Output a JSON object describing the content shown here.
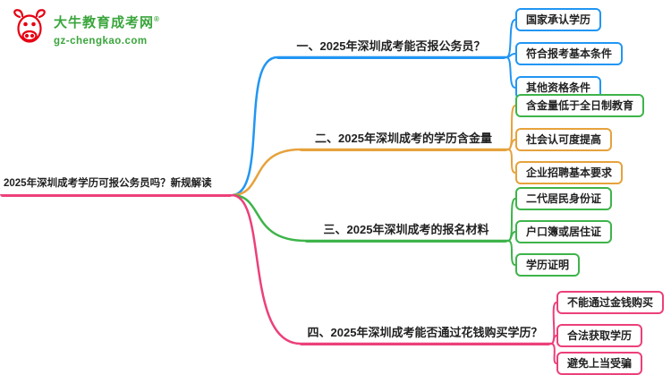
{
  "logo": {
    "name": "大牛教育成考网",
    "reg": "®",
    "domain": "gz-chengkao.com",
    "brand_green": "#3aa53c",
    "brand_red": "#e60012"
  },
  "root": {
    "label": "2025年深圳成考学历可报公务员吗？新规解读",
    "color": "#ec407a"
  },
  "branches": [
    {
      "label": "一、2025年深圳成考能否报公务员？",
      "color": "#2196f3",
      "children": [
        {
          "label": "国家承认学历",
          "color": "#2196f3"
        },
        {
          "label": "符合报考基本条件",
          "color": "#2196f3"
        },
        {
          "label": "其他资格条件",
          "color": "#2196f3"
        }
      ]
    },
    {
      "label": "二、2025年深圳成考的学历含金量",
      "color": "#e6a23c",
      "children": [
        {
          "label": "含金量低于全日制教育",
          "color": "#3eb44a"
        },
        {
          "label": "社会认可度提高",
          "color": "#e6a23c"
        },
        {
          "label": "企业招聘基本要求",
          "color": "#e6a23c"
        }
      ]
    },
    {
      "label": "三、2025年深圳成考的报名材料",
      "color": "#3eb44a",
      "children": [
        {
          "label": "二代居民身份证",
          "color": "#3eb44a"
        },
        {
          "label": "户口簿或居住证",
          "color": "#3eb44a"
        },
        {
          "label": "学历证明",
          "color": "#3eb44a"
        }
      ]
    },
    {
      "label": "四、2025年深圳成考能否通过花钱购买学历？",
      "color": "#ec407a",
      "children": [
        {
          "label": "不能通过金钱购买",
          "color": "#ec407a"
        },
        {
          "label": "合法获取学历",
          "color": "#ec407a"
        },
        {
          "label": "避免上当受骗",
          "color": "#ec407a"
        }
      ]
    }
  ]
}
